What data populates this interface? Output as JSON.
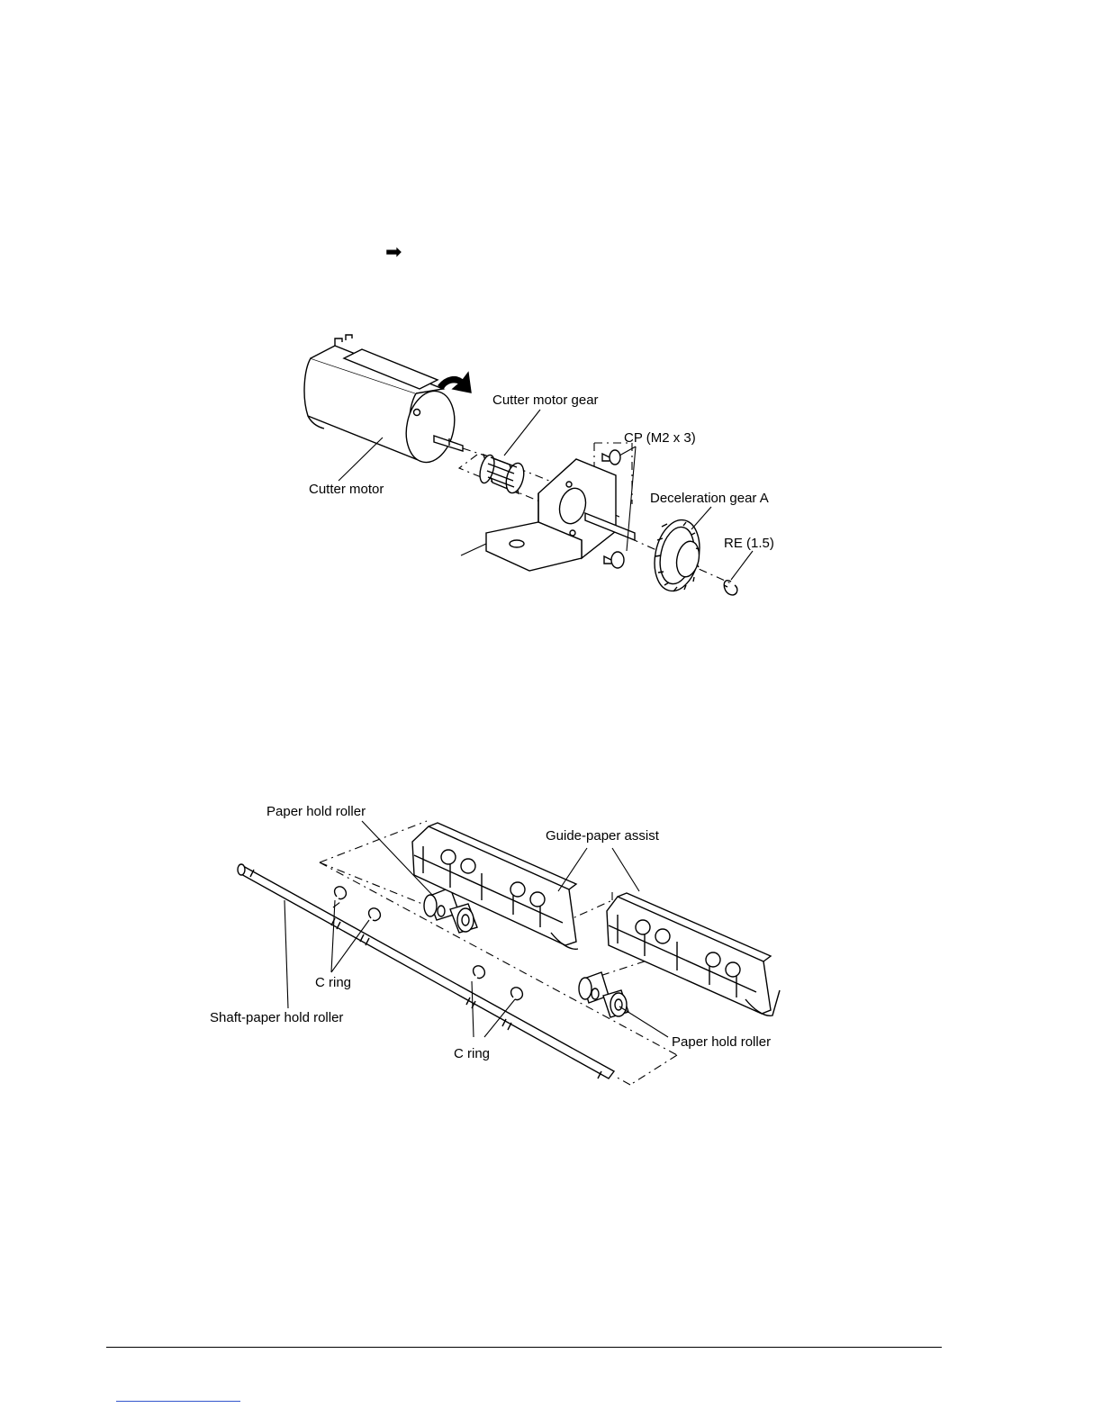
{
  "marker": {
    "arrow_icon": "arrow-right-icon",
    "glyph": "➡"
  },
  "figure1": {
    "labels": {
      "cutter_motor_gear": "Cutter motor gear",
      "cp_screw": "CP (M2 x 3)",
      "cutter_motor": "Cutter motor",
      "deceleration_gear": "Deceleration gear A",
      "re_ring": "RE (1.5)"
    }
  },
  "figure2": {
    "labels": {
      "paper_hold_roller_top": "Paper hold roller",
      "guide_paper_assist": "Guide-paper assist",
      "c_ring_upper": "C ring",
      "shaft_paper_hold_roller": "Shaft-paper hold roller",
      "c_ring_lower": "C ring",
      "paper_hold_roller_bottom": "Paper hold roller"
    }
  },
  "colors": {
    "line": "#000000",
    "link": "#3355cc"
  }
}
